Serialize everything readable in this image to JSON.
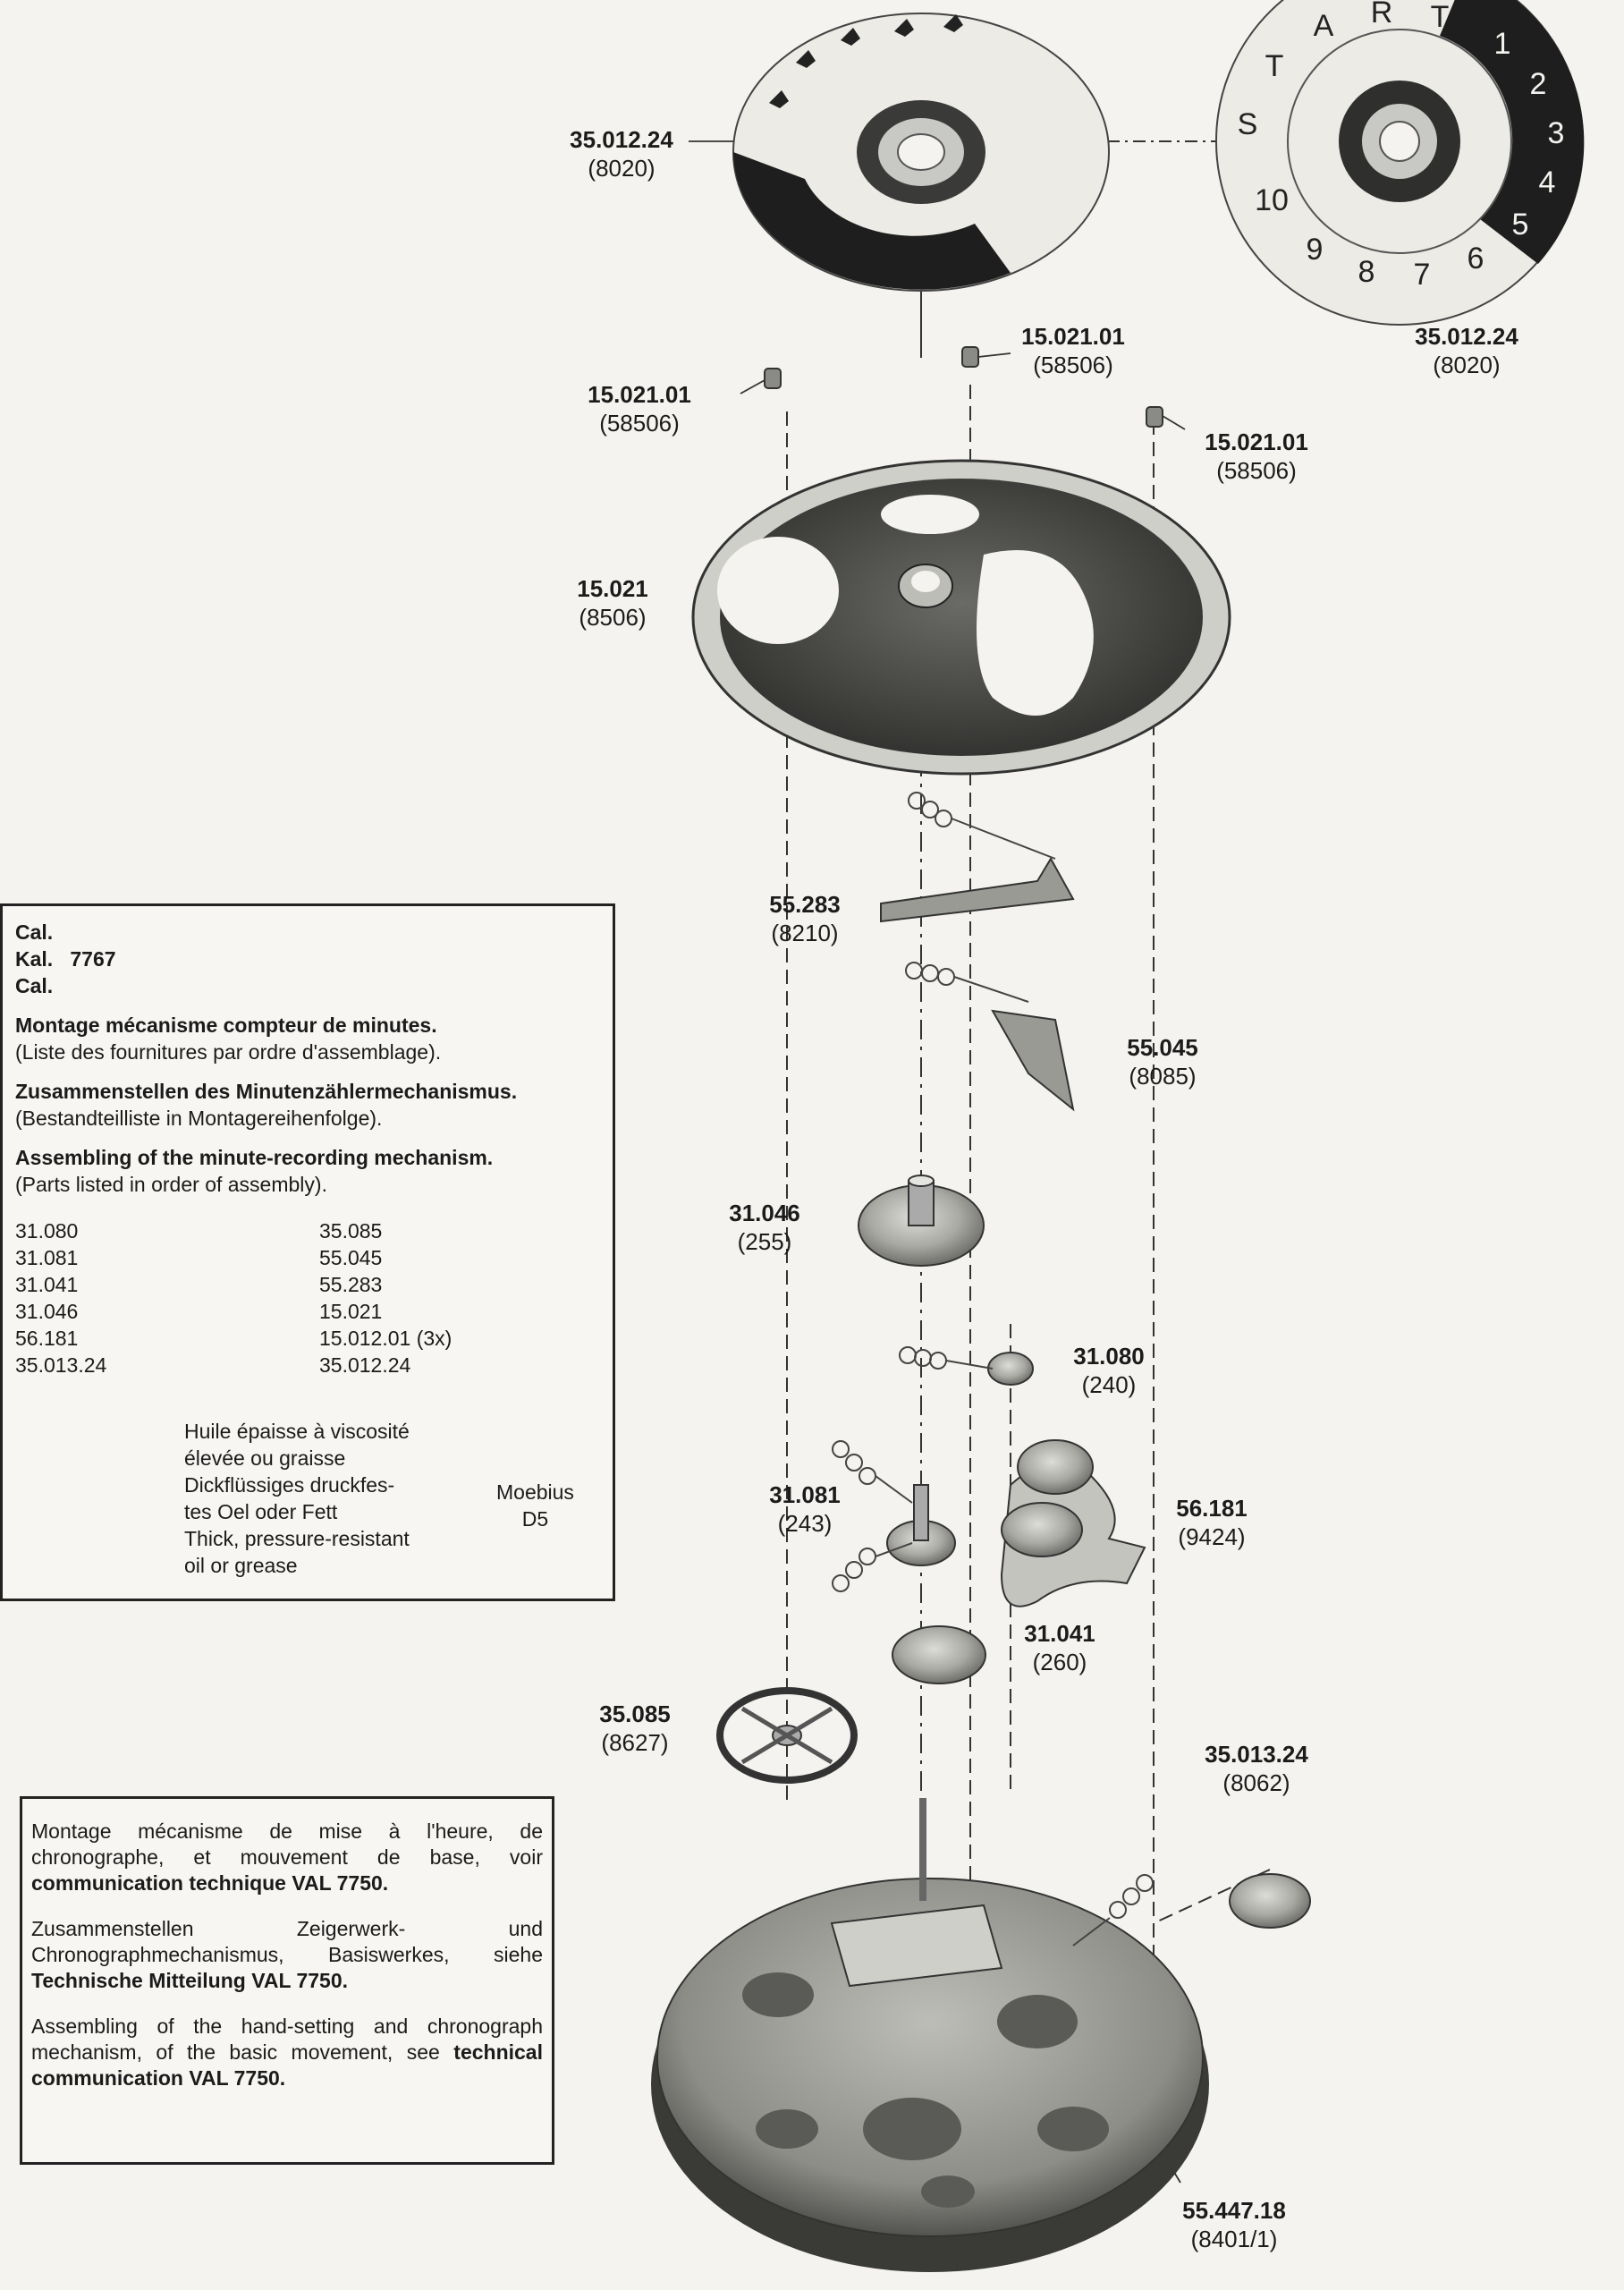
{
  "labels": [
    {
      "num": "35.012.24",
      "ref": "(8020)"
    },
    {
      "num": "35.012.24",
      "ref": "(8020)"
    },
    {
      "num": "15.021.01",
      "ref": "(58506)"
    },
    {
      "num": "15.021.01",
      "ref": "(58506)"
    },
    {
      "num": "15.021.01",
      "ref": "(58506)"
    },
    {
      "num": "15.021",
      "ref": "(8506)"
    },
    {
      "num": "55.283",
      "ref": "(8210)"
    },
    {
      "num": "55.045",
      "ref": "(8085)"
    },
    {
      "num": "31.046",
      "ref": "(255)"
    },
    {
      "num": "31.080",
      "ref": "(240)"
    },
    {
      "num": "31.081",
      "ref": "(243)"
    },
    {
      "num": "56.181",
      "ref": "(9424)"
    },
    {
      "num": "31.041",
      "ref": "(260)"
    },
    {
      "num": "35.085",
      "ref": "(8627)"
    },
    {
      "num": "35.013.24",
      "ref": "(8062)"
    },
    {
      "num": "55.447.18",
      "ref": "(8401/1)"
    }
  ],
  "dial": {
    "letters": [
      "S",
      "T",
      "A",
      "R",
      "T"
    ],
    "numbers": [
      "1",
      "2",
      "3",
      "4",
      "5",
      "6",
      "7",
      "8",
      "9",
      "10"
    ]
  },
  "info": {
    "cal1": "Cal.",
    "kal": "Kal.",
    "kal_value": "7767",
    "cal2": "Cal.",
    "fr_title": "Montage mécanisme compteur de minutes.",
    "fr_sub": "(Liste des fournitures par ordre d'assemblage).",
    "de_title": "Zusammenstellen des Minutenzählermechanismus.",
    "de_sub": "(Bestandteilliste in Montagereihenfolge).",
    "en_title": "Assembling of the minute-recording mechanism.",
    "en_sub": "(Parts listed in order of assembly).",
    "parts_left": [
      "31.080",
      "31.081",
      "31.041",
      "31.046",
      "56.181",
      "35.013.24"
    ],
    "parts_right": [
      "35.085",
      "55.045",
      "55.283",
      "15.021",
      "15.012.01 (3x)",
      "35.012.24"
    ]
  },
  "legend": {
    "lines": [
      "Huile épaisse à viscosité",
      "élevée ou graisse",
      "Dickflüssiges druckfes-",
      "tes Oel oder Fett",
      "Thick, pressure-resistant",
      "oil or grease"
    ],
    "lubricant": "Moebius",
    "lubricant_code": "D5"
  },
  "notes": {
    "fr_text": "Montage mécanisme de mise à l'heure, de chronographe, et mouvement de base, voir",
    "fr_bold": "communication technique VAL 7750.",
    "de_text": "Zusammenstellen Zeigerwerk- und Chronographmechanismus, Basiswerkes, siehe",
    "de_bold": "Technische Mitteilung VAL 7750.",
    "en_text": "Assembling of the hand-setting and chronograph mechanism, of the basic movement, see",
    "en_bold": "technical communication VAL 7750."
  }
}
